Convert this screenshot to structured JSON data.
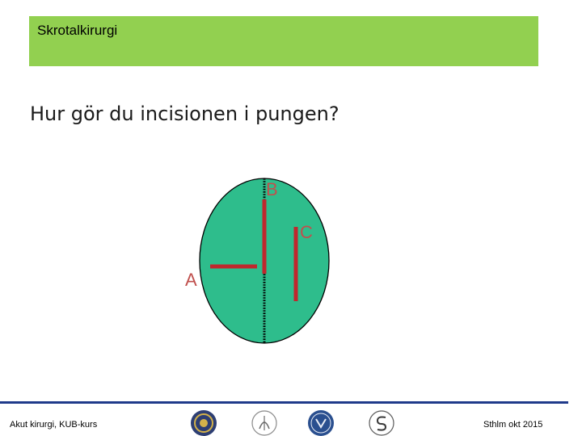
{
  "header": {
    "title": "Skrotalkirurgi",
    "background_color": "#92d050"
  },
  "question": "Hur gör du incisionen i pungen?",
  "diagram": {
    "scrotum_color": "#2ebd8c",
    "incision_color": "#c0272d",
    "label_color": "#c0504d",
    "labels": {
      "a": "A",
      "b": "B",
      "c": "C"
    }
  },
  "footer": {
    "left": "Akut kirurgi, KUB-kurs",
    "right": "Sthlm okt 2015",
    "line_color": "#1f3a8a",
    "logos": [
      "emblem-logo-1",
      "emblem-logo-2",
      "emblem-logo-3",
      "emblem-logo-4"
    ]
  }
}
